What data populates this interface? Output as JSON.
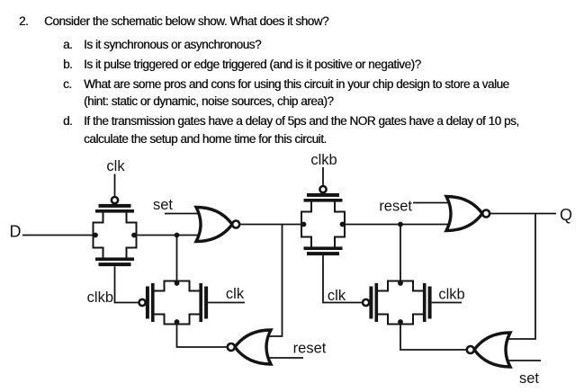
{
  "page": {
    "background": "#ffffff",
    "ink": "#141414"
  },
  "question": {
    "number": "2.",
    "title": "Consider the schematic below show. What does it show?",
    "items": [
      {
        "letter": "a.",
        "lines": [
          "Is it synchronous or asynchronous?"
        ]
      },
      {
        "letter": "b.",
        "lines": [
          "Is it pulse triggered or edge triggered (and is it positive or negative)?"
        ]
      },
      {
        "letter": "c.",
        "lines": [
          "What are some pros and cons for using this circuit in your chip design to store a value",
          "(hint: static or dynamic, noise sources, chip area)?"
        ]
      },
      {
        "letter": "d.",
        "lines": [
          "If the transmission gates have a delay of 5ps and the NOR gates have a delay of 10 ps,",
          "calculate the setup and home time for this circuit."
        ]
      }
    ]
  },
  "schematic": {
    "labels": {
      "d_input": "D",
      "q_output": "Q",
      "tg1_clk": "clk",
      "tg2_clkb": "clkb",
      "tg2_clk": "clk",
      "nor1_set": "set",
      "nor2_reset": "reset",
      "tg3_clkb": "clkb",
      "tg4_clk": "clk",
      "tg4_clkb": "clkb",
      "nor3_reset": "reset",
      "nor4_set": "set"
    }
  }
}
